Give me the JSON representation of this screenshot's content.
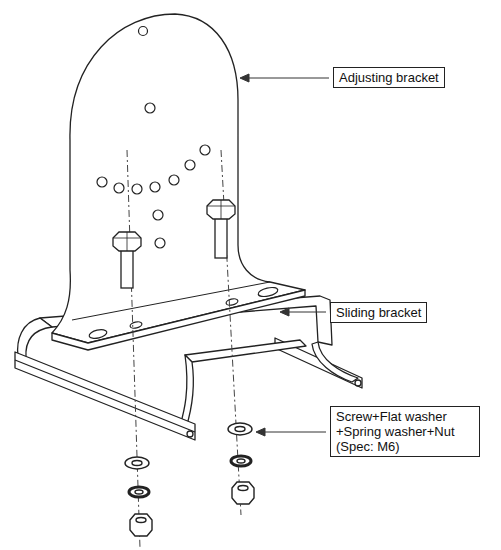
{
  "diagram": {
    "nodes": [
      {
        "text": [
          "Adjusting bracket"
        ]
      },
      {
        "text": [
          "Sliding bracket"
        ]
      },
      {
        "text": [
          "Screw+Flat washer +Spring washer+Nut (Spec: M6)"
        ]
      }
    ]
  }
}
